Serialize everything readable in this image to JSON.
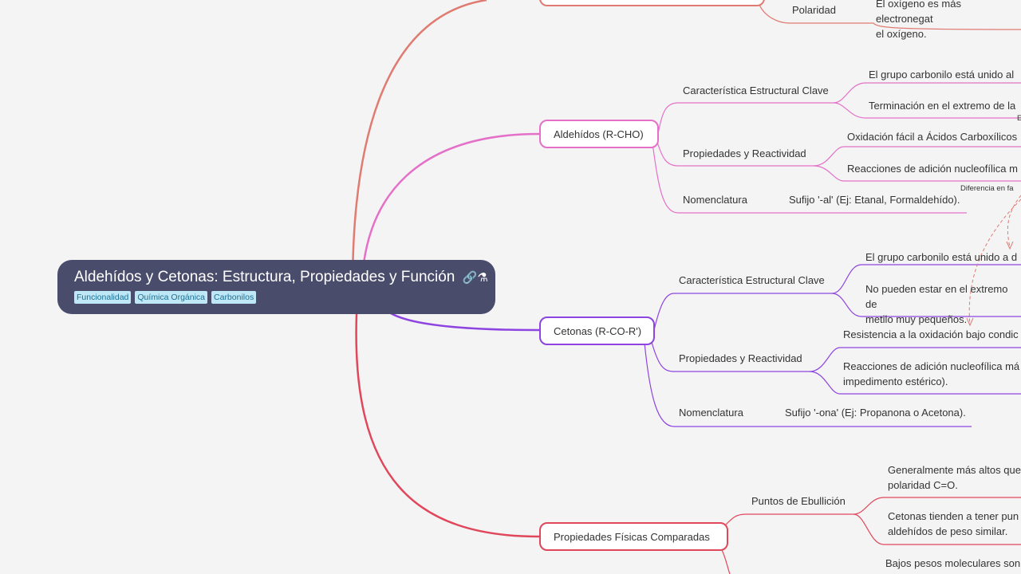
{
  "root": {
    "title": "Aldehídos y Cetonas: Estructura, Propiedades y Función",
    "icons": "🔗⚗",
    "tags": [
      "Funcionalidad",
      "Química Orgánica",
      "Carbonilos"
    ]
  },
  "colors": {
    "branch_top": "#e07b72",
    "aldehidos": "#e470c8",
    "cetonas": "#8e44e0",
    "fisicas": "#e0475a",
    "root_bg": "#4a4c6b"
  },
  "top_partial": {
    "label": "Polaridad",
    "leaf_line1": "El oxígeno es más electronegat",
    "leaf_line2": "el oxígeno."
  },
  "aldehidos": {
    "title": "Aldehídos (R-CHO)",
    "sub1": {
      "label": "Característica Estructural Clave",
      "leaf1": "El grupo carbonilo está unido al",
      "leaf2": "Terminación en el extremo de la",
      "leaf2_note": "E"
    },
    "sub2": {
      "label": "Propiedades y Reactividad",
      "leaf1": "Oxidación fácil a Ácidos Carboxílicos",
      "leaf2": "Reacciones de adición nucleofílica m"
    },
    "sub3": {
      "label": "Nomenclatura",
      "leaf": "Sufijo '-al' (Ej: Etanal, Formaldehído)."
    },
    "relation_note": "Diferencia en fa"
  },
  "cetonas": {
    "title": "Cetonas (R-CO-R')",
    "sub1": {
      "label": "Característica Estructural Clave",
      "leaf1": "El grupo carbonilo está unido a d",
      "leaf2_line1": "No pueden estar en el extremo de",
      "leaf2_line2": "metilo muy pequeños."
    },
    "sub2": {
      "label": "Propiedades y Reactividad",
      "leaf1": "Resistencia a la oxidación bajo condic",
      "leaf2_line1": "Reacciones de adición nucleofílica má",
      "leaf2_line2": "impedimento estérico)."
    },
    "sub3": {
      "label": "Nomenclatura",
      "leaf": "Sufijo '-ona' (Ej: Propanona o Acetona)."
    }
  },
  "fisicas": {
    "title": "Propiedades Físicas Comparadas",
    "sub1": {
      "label": "Puntos de Ebullición",
      "leaf1_line1": "Generalmente más altos que",
      "leaf1_line2": "polaridad C=O.",
      "leaf2_line1": "Cetonas tienden a tener pun",
      "leaf2_line2": "aldehídos de peso similar."
    },
    "leaf3": "Bajos pesos moleculares son"
  }
}
